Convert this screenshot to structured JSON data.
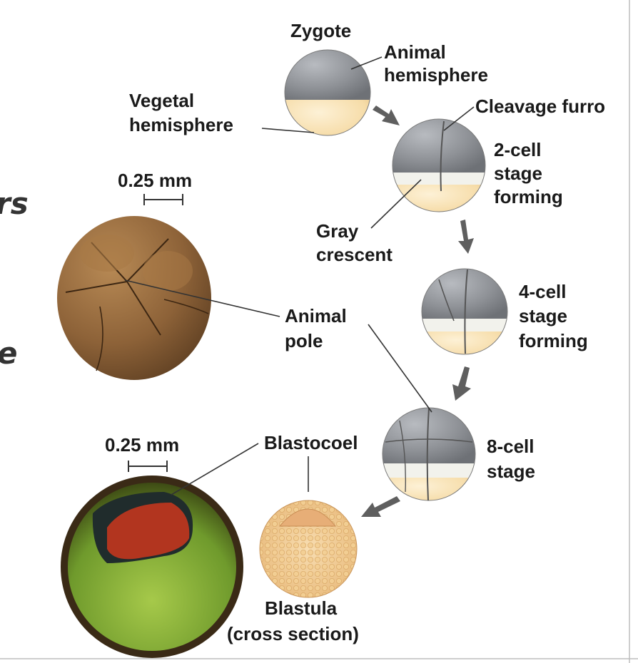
{
  "labels": {
    "zygote": "Zygote",
    "animal_hemisphere_1": "Animal",
    "animal_hemisphere_2": "hemisphere",
    "vegetal_hemisphere_1": "Vegetal",
    "vegetal_hemisphere_2": "hemisphere",
    "cleavage_furrow": "Cleavage furro",
    "two_cell_1": "2-cell",
    "two_cell_2": "stage",
    "two_cell_3": "forming",
    "gray_crescent_1": "Gray",
    "gray_crescent_2": "crescent",
    "four_cell_1": "4-cell",
    "four_cell_2": "stage",
    "four_cell_3": "forming",
    "animal_pole_1": "Animal",
    "animal_pole_2": "pole",
    "eight_cell_1": "8-cell",
    "eight_cell_2": "stage",
    "blastocoel": "Blastocoel",
    "blastula_1": "Blastula",
    "blastula_2": "(cross section)",
    "scale_top": "0.25 mm",
    "scale_bottom": "0.25 mm"
  },
  "side_text": {
    "top": "rs",
    "bottom": "e"
  },
  "colors": {
    "animal_gray": "#8e9196",
    "vegetal_cream": "#f6dca8",
    "crescent_white": "#f2f2ec",
    "arrow_gray": "#5f5f5f",
    "embryo_brown": "#8d6238",
    "blastula_green": "#6f9a2c",
    "blastocoel_red": "#b2351f"
  }
}
